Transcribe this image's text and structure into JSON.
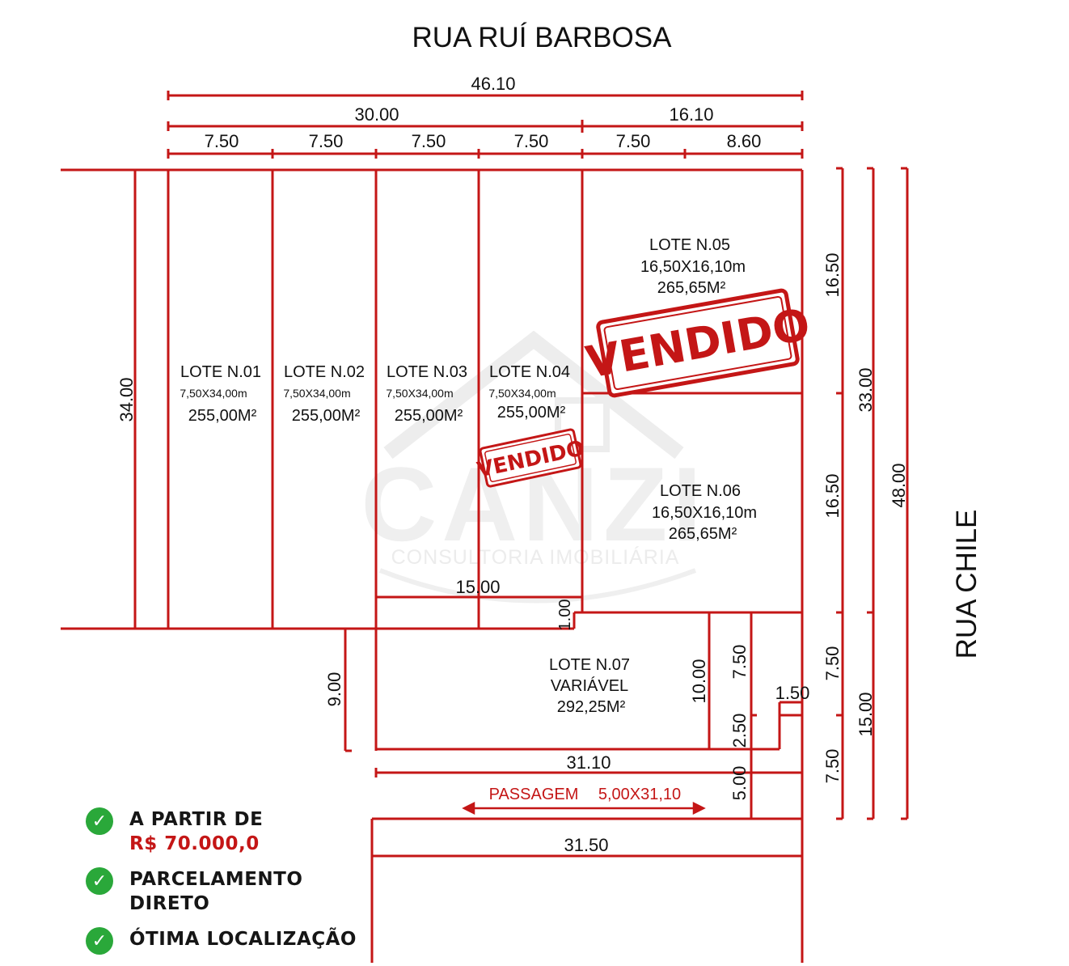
{
  "streets": {
    "top": "RUA RUÍ BARBOSA",
    "right": "RUA CHILE"
  },
  "dimensions": {
    "total_width": "46.10",
    "group_left": "30.00",
    "group_right": "16.10",
    "lot_widths": [
      "7.50",
      "7.50",
      "7.50",
      "7.50",
      "7.50",
      "8.60"
    ],
    "left_depth": "34.00",
    "right_16a": "16.50",
    "right_16b": "16.50",
    "right_33": "33.00",
    "right_48": "48.00",
    "right_7a": "7.50",
    "right_7b": "7.50",
    "right_15": "15.00",
    "inner_15": "15.00",
    "step_1": "1.00",
    "l9": "9.00",
    "l10": "10.00",
    "l7": "7.50",
    "l2": "2.50",
    "l5": "5.00",
    "l1_5": "1.50",
    "w31_10": "31.10",
    "w31_50": "31.50"
  },
  "lots": [
    {
      "name": "LOTE N.01",
      "dims": "7,50X34,00m",
      "area": "255,00M²"
    },
    {
      "name": "LOTE N.02",
      "dims": "7,50X34,00m",
      "area": "255,00M²"
    },
    {
      "name": "LOTE N.03",
      "dims": "7,50X34,00m",
      "area": "255,00M²"
    },
    {
      "name": "LOTE N.04",
      "dims": "7,50X34,00m",
      "area": "255,00M²"
    },
    {
      "name": "LOTE N.05",
      "dims": "16,50X16,10m",
      "area": "265,65M²"
    },
    {
      "name": "LOTE N.06",
      "dims": "16,50X16,10m",
      "area": "265,65M²"
    },
    {
      "name": "LOTE N.07",
      "dims": "VARIÁVEL",
      "area": "292,25M²"
    }
  ],
  "stamps": {
    "big": "VENDIDO",
    "small": "VENDIDO"
  },
  "passage": {
    "label": "PASSAGEM",
    "dims": "5,00X31,10"
  },
  "watermark": {
    "brand": "CANZI",
    "tagline": "CONSULTORIA IMOBILIÁRIA"
  },
  "features": [
    {
      "text": "A PARTIR DE",
      "price": "R$ 70.000,0"
    },
    {
      "text": "PARCELAMENTO DIRETO"
    },
    {
      "text": "ÓTIMA LOCALIZAÇÃO"
    }
  ],
  "colors": {
    "line": "#c41616",
    "stamp": "#c41616",
    "check": "#2aa83a",
    "watermark": "#e8e8e8"
  },
  "icons": {
    "feature_bullet": "check-icon",
    "passage_arrow": "double-arrow-icon"
  }
}
